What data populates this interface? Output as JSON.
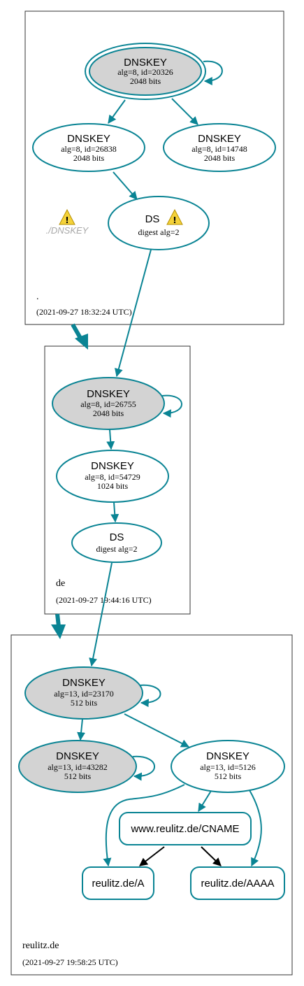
{
  "zones": {
    "root": {
      "name": ".",
      "timestamp": "(2021-09-27 18:32:24 UTC)",
      "ksk": {
        "type": "DNSKEY",
        "line1": "alg=8, id=20326",
        "line2": "2048 bits"
      },
      "zsk1": {
        "type": "DNSKEY",
        "line1": "alg=8, id=26838",
        "line2": "2048 bits"
      },
      "zsk2": {
        "type": "DNSKEY",
        "line1": "alg=8, id=14748",
        "line2": "2048 bits"
      },
      "ds": {
        "type": "DS",
        "line1": "digest alg=2"
      },
      "missing": {
        "label": "./DNSKEY"
      }
    },
    "de": {
      "name": "de",
      "timestamp": "(2021-09-27 19:44:16 UTC)",
      "ksk": {
        "type": "DNSKEY",
        "line1": "alg=8, id=26755",
        "line2": "2048 bits"
      },
      "zsk": {
        "type": "DNSKEY",
        "line1": "alg=8, id=54729",
        "line2": "1024 bits"
      },
      "ds": {
        "type": "DS",
        "line1": "digest alg=2"
      }
    },
    "reulitz": {
      "name": "reulitz.de",
      "timestamp": "(2021-09-27 19:58:25 UTC)",
      "ksk": {
        "type": "DNSKEY",
        "line1": "alg=13, id=23170",
        "line2": "512 bits"
      },
      "key2": {
        "type": "DNSKEY",
        "line1": "alg=13, id=43282",
        "line2": "512 bits"
      },
      "zsk": {
        "type": "DNSKEY",
        "line1": "alg=13, id=5126",
        "line2": "512 bits"
      },
      "cname": {
        "label": "www.reulitz.de/CNAME"
      },
      "a": {
        "label": "reulitz.de/A"
      },
      "aaaa": {
        "label": "reulitz.de/AAAA"
      }
    }
  },
  "colors": {
    "edge": "#0a8494",
    "trust_anchor_fill": "#d3d3d3",
    "warning": "#f4d23a"
  },
  "icons": {
    "warning": "warning-icon"
  }
}
